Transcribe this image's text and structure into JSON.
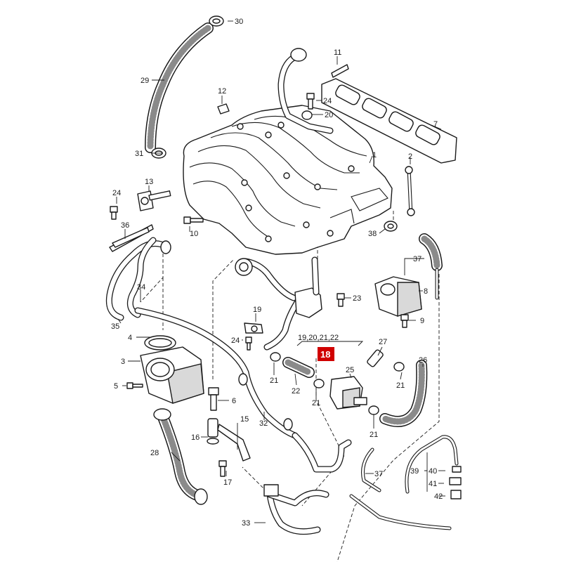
{
  "diagram": {
    "callouts": {
      "c1": "1",
      "c2": "2",
      "c3": "3",
      "c4": "4",
      "c5": "5",
      "c6": "6",
      "c7": "7",
      "c8": "8",
      "c9": "9",
      "c10": "10",
      "c11": "11",
      "c12": "12",
      "c13": "13",
      "c15": "15",
      "c16": "16",
      "c17": "17",
      "c19": "19",
      "c19_22": "19,20,21,22",
      "c20": "20",
      "c21a": "21",
      "c21b": "21",
      "c21c": "21",
      "c21d": "21",
      "c22": "22",
      "c23": "23",
      "c24a": "24",
      "c24b": "24",
      "c24c": "24",
      "c25": "25",
      "c26": "26",
      "c27": "27",
      "c28": "28",
      "c29": "29",
      "c30": "30",
      "c31": "31",
      "c32": "32",
      "c33": "33",
      "c34": "34",
      "c35": "35",
      "c36": "36",
      "c37a": "37",
      "c37b": "37",
      "c38": "38",
      "c39": "39",
      "c40": "40",
      "c41": "41",
      "c42": "42"
    },
    "highlight": {
      "label": "18",
      "color": "#d00000"
    }
  }
}
